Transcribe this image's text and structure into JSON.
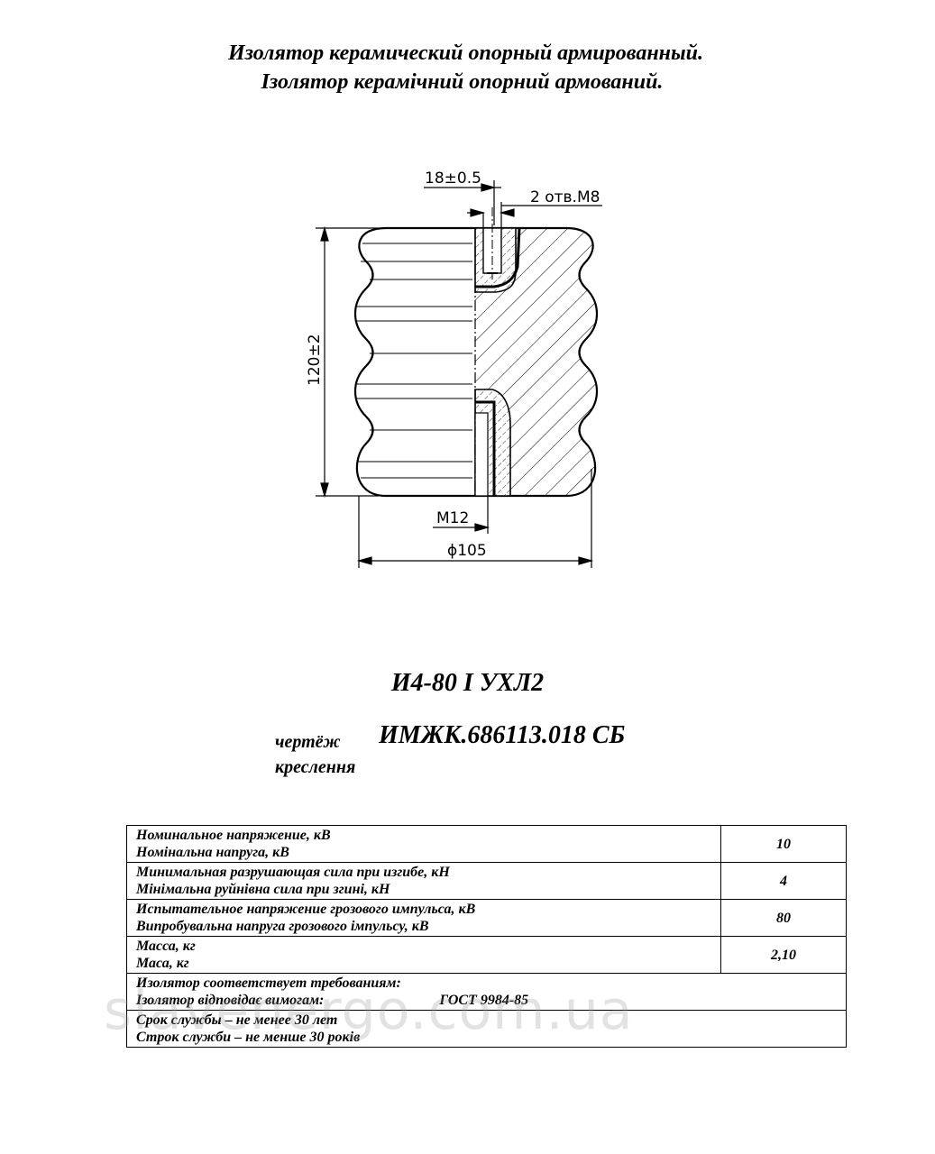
{
  "title": {
    "line1": "Изолятор керамический опорный армированный.",
    "line2": "Ізолятор керамічний опорний армований."
  },
  "drawing": {
    "dim_top": "18±0.5",
    "dim_holes": "2 отв.М8",
    "dim_height": "120±2",
    "dim_thread": "М12",
    "dim_diameter": "ϕ105"
  },
  "model": "И4-80 I УХЛ2",
  "drawing_ref": {
    "label_ru": "чертёж",
    "label_uk": "креслення",
    "code": "ИМЖК.686113.018 СБ"
  },
  "specs": [
    {
      "ru": "Номинальное напряжение, кВ",
      "uk": "Номінальна напруга, кВ",
      "value": "10"
    },
    {
      "ru": "Минимальная разрушающая сила при изгибе, кН",
      "uk": "Мінімальна руйнівна сила при згині, кН",
      "value": "4"
    },
    {
      "ru": "Испытательное напряжение грозового импульса, кВ",
      "uk": "Випробувальна напруга грозового імпульсу, кВ",
      "value": "80"
    },
    {
      "ru": "Масса, кг",
      "uk": "Маса, кг",
      "value": "2,10"
    }
  ],
  "standard": {
    "ru": "Изолятор соответствует требованиям:",
    "uk": "Ізолятор відповідає вимогам:",
    "value": "ГОСТ 9984-85"
  },
  "service_life": {
    "ru": "Срок службы – не менее 30 лет",
    "uk": "Строк служби – не менше 30 років"
  },
  "watermark": "slavenergo.com.ua"
}
